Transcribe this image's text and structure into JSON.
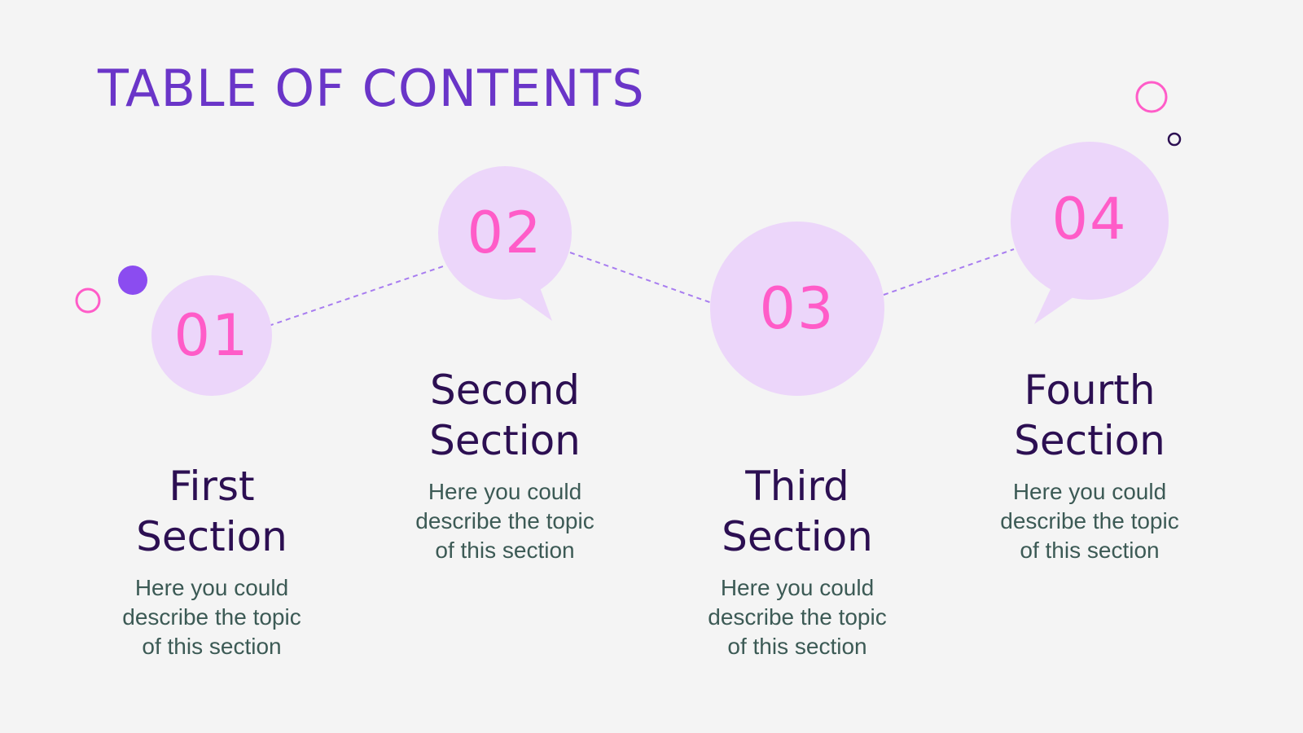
{
  "title": "TABLE OF CONTENTS",
  "sections": [
    {
      "number": "01",
      "heading_line1": "First",
      "heading_line2": "Section",
      "desc_line1": "Here you could",
      "desc_line2": "describe the topic",
      "desc_line3": "of this section"
    },
    {
      "number": "02",
      "heading_line1": "Second",
      "heading_line2": "Section",
      "desc_line1": "Here you could",
      "desc_line2": "describe the topic",
      "desc_line3": "of this section"
    },
    {
      "number": "03",
      "heading_line1": "Third",
      "heading_line2": "Section",
      "desc_line1": "Here you could",
      "desc_line2": "describe the topic",
      "desc_line3": "of this section"
    },
    {
      "number": "04",
      "heading_line1": "Fourth",
      "heading_line2": "Section",
      "desc_line1": "Here you could",
      "desc_line2": "describe the topic",
      "desc_line3": "of this section"
    }
  ],
  "colors": {
    "background": "#f4f4f4",
    "title": "#6a35c8",
    "bubble": "#ecd6fa",
    "number": "#ff5cc8",
    "heading": "#2c0f52",
    "description": "#3c5a55",
    "connector": "#a87df0",
    "accent_purple": "#8b4cf0",
    "accent_pink": "#ff5cc8",
    "accent_dark": "#2c0f52"
  }
}
